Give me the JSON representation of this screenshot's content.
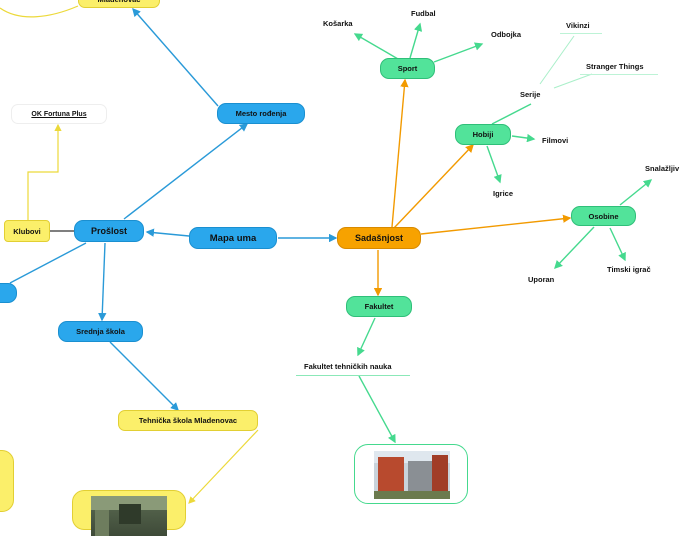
{
  "central": "Mapa uma",
  "past": {
    "label": "Prošlost",
    "birthplace": "Mesto rođenja",
    "birthplace_child": "Mladenovac",
    "clubs": "Klubovi",
    "club_name": "OK Fortuna Plus",
    "high_school": "Srednja škola",
    "school_name": "Tehnička škola Mladenovac"
  },
  "present": {
    "label": "Sadašnjost",
    "sport": "Sport",
    "sport_items": [
      "Košarka",
      "Fudbal",
      "Odbojka"
    ],
    "hobbies": "Hobiji",
    "series": "Serije",
    "series_items": [
      "Vikinzi",
      "Stranger Things"
    ],
    "movies": "Filmovi",
    "games": "Igrice",
    "traits": "Osobine",
    "trait_items": [
      "Snalažljiv",
      "Uporan",
      "Timski igrač"
    ],
    "faculty": "Fakultet",
    "faculty_name": "Fakultet tehničkih nauka"
  },
  "colors": {
    "blue": "#2aa7ec",
    "orange": "#f7a200",
    "green": "#52e39a",
    "yellow": "#fbef6a"
  }
}
